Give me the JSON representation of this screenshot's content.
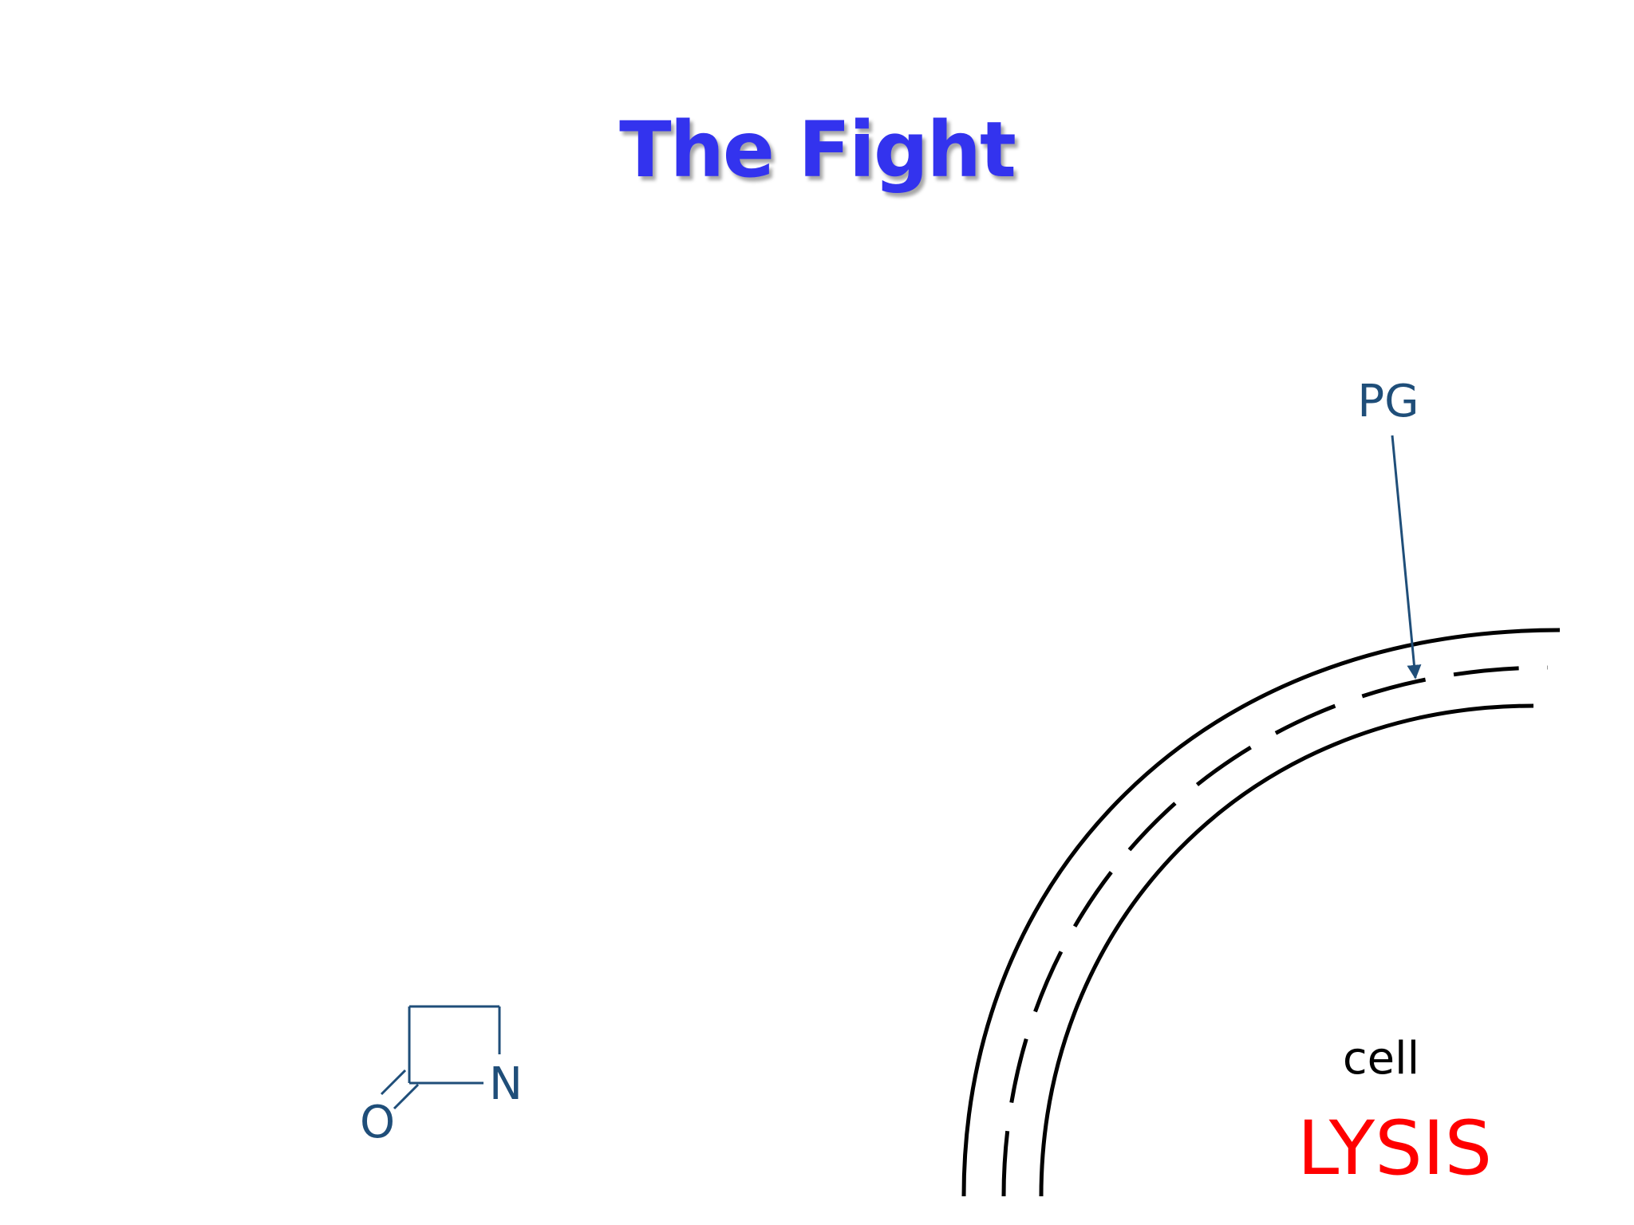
{
  "slide": {
    "title": "The Fight"
  },
  "molecule": {
    "atom_o": "O",
    "atom_n": "N"
  },
  "cell": {
    "pg_label": "PG",
    "cell_label": "cell",
    "lysis_label": "LYSIS"
  },
  "colors": {
    "title": "#3333EE",
    "structure": "#1F4E79",
    "membrane": "#000000",
    "lysis": "#FF0000"
  }
}
